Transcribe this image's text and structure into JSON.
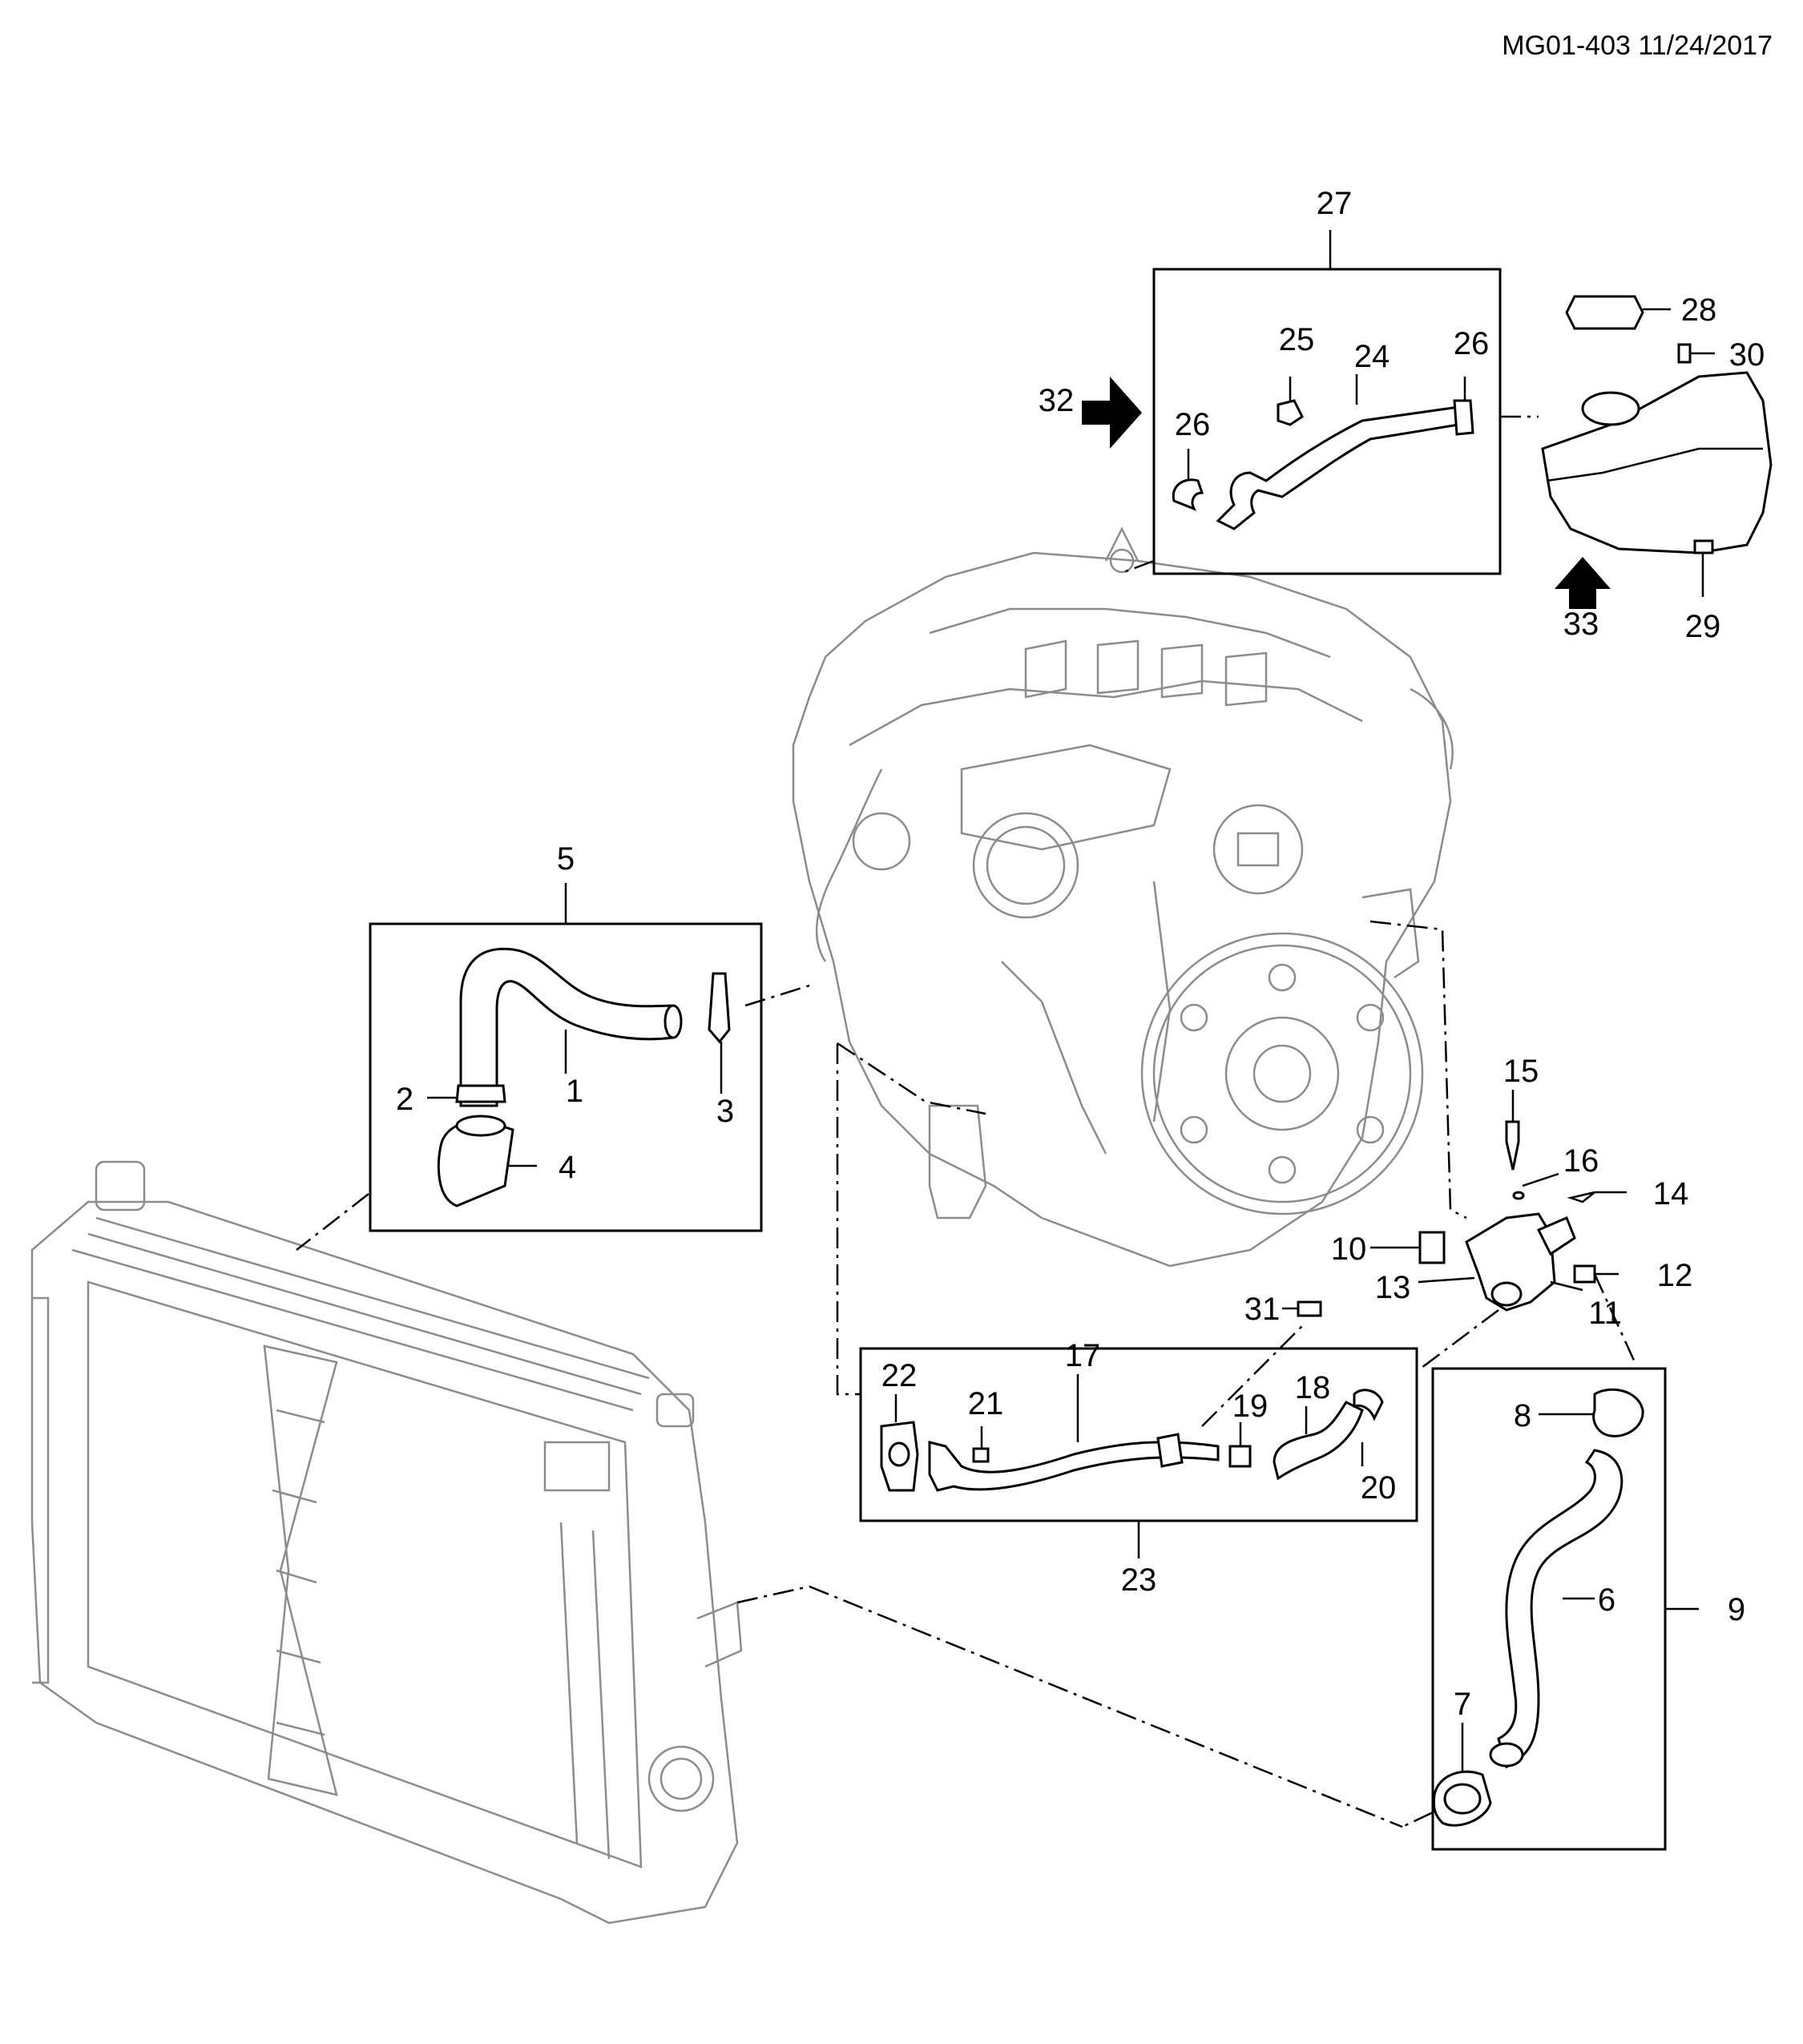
{
  "header": {
    "reference": "MG01-403 11/24/2017"
  },
  "callouts": [
    {
      "id": "1",
      "label": "1"
    },
    {
      "id": "2",
      "label": "2"
    },
    {
      "id": "3",
      "label": "3"
    },
    {
      "id": "4",
      "label": "4"
    },
    {
      "id": "5",
      "label": "5"
    },
    {
      "id": "6",
      "label": "6"
    },
    {
      "id": "7",
      "label": "7"
    },
    {
      "id": "8",
      "label": "8"
    },
    {
      "id": "9",
      "label": "9"
    },
    {
      "id": "10",
      "label": "10"
    },
    {
      "id": "11",
      "label": "11"
    },
    {
      "id": "12",
      "label": "12"
    },
    {
      "id": "13",
      "label": "13"
    },
    {
      "id": "14",
      "label": "14"
    },
    {
      "id": "15",
      "label": "15"
    },
    {
      "id": "16",
      "label": "16"
    },
    {
      "id": "17",
      "label": "17"
    },
    {
      "id": "18",
      "label": "18"
    },
    {
      "id": "19",
      "label": "19"
    },
    {
      "id": "20",
      "label": "20"
    },
    {
      "id": "21",
      "label": "21"
    },
    {
      "id": "22",
      "label": "22"
    },
    {
      "id": "23",
      "label": "23"
    },
    {
      "id": "24",
      "label": "24"
    },
    {
      "id": "25",
      "label": "25"
    },
    {
      "id": "26a",
      "label": "26"
    },
    {
      "id": "26b",
      "label": "26"
    },
    {
      "id": "27",
      "label": "27"
    },
    {
      "id": "28",
      "label": "28"
    },
    {
      "id": "29",
      "label": "29"
    },
    {
      "id": "30",
      "label": "30"
    },
    {
      "id": "31",
      "label": "31"
    },
    {
      "id": "32",
      "label": "32"
    },
    {
      "id": "33",
      "label": "33"
    }
  ]
}
